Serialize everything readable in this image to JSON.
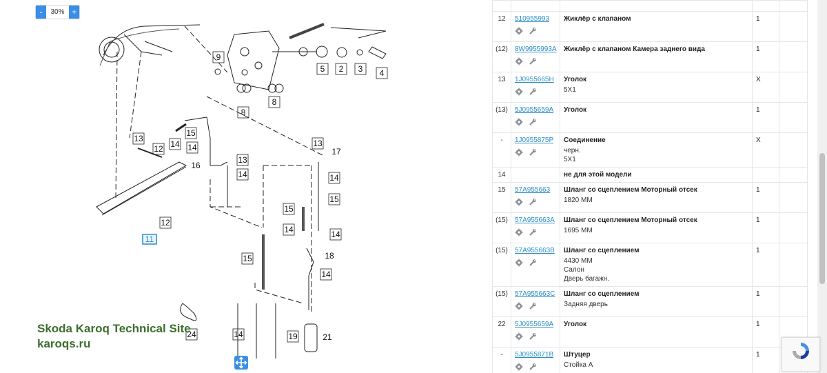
{
  "zoom": {
    "minus": "-",
    "level": "30%",
    "plus": "+"
  },
  "watermark": {
    "line1": "Skoda Karoq Technical Site",
    "line2": "karoqs.ru"
  },
  "diagram": {
    "callouts": [
      "9",
      "5",
      "2",
      "3",
      "4",
      "8",
      "8",
      "13",
      "15",
      "14",
      "12",
      "14",
      "16",
      "13",
      "14",
      "17",
      "13",
      "14",
      "15",
      "15",
      "14",
      "14",
      "18",
      "15",
      "14",
      "12",
      "11",
      "24",
      "14",
      "19",
      "21"
    ],
    "selected": "11"
  },
  "parts": [
    {
      "pos": "",
      "number": "",
      "desc": "",
      "notes": [],
      "qty": "",
      "icons": false
    },
    {
      "pos": "12",
      "number": "510955993",
      "desc": "Жиклёр с клапаном",
      "notes": [],
      "qty": "1",
      "icons": true
    },
    {
      "pos": "(12)",
      "number": "8W9955993A",
      "desc": "Жиклёр с клапаном Камера заднего вида",
      "notes": [],
      "qty": "1",
      "icons": true
    },
    {
      "pos": "13",
      "number": "1J0955665H",
      "desc": "Уголок",
      "notes": [
        "5X1"
      ],
      "qty": "X",
      "icons": true
    },
    {
      "pos": "(13)",
      "number": "5J0955659A",
      "desc": "Уголок",
      "notes": [],
      "qty": "1",
      "icons": true
    },
    {
      "pos": "-",
      "number": "1J0955875P",
      "desc": "Соединение",
      "notes": [
        "черн.",
        "5X1"
      ],
      "qty": "X",
      "icons": true
    },
    {
      "pos": "14",
      "number": "",
      "desc": "не для этой модели",
      "notes": [],
      "qty": "",
      "icons": false
    },
    {
      "pos": "15",
      "number": "57A955663",
      "desc": "Шланг со сцеплением Моторный отсек",
      "notes": [
        "1820 MM"
      ],
      "qty": "1",
      "icons": true
    },
    {
      "pos": "(15)",
      "number": "57A955663A",
      "desc": "Шланг со сцеплением Моторный отсек",
      "notes": [
        "1695 MM"
      ],
      "qty": "1",
      "icons": true
    },
    {
      "pos": "(15)",
      "number": "57A955663B",
      "desc": "Шланг со сцеплением",
      "notes": [
        "4430 MM",
        "Салон",
        "Дверь багажн."
      ],
      "qty": "1",
      "icons": true
    },
    {
      "pos": "(15)",
      "number": "57A955663C",
      "desc": "Шланг со сцеплением",
      "notes": [
        "Задняя дверь"
      ],
      "qty": "1",
      "icons": true
    },
    {
      "pos": "22",
      "number": "5J0955659A",
      "desc": "Уголок",
      "notes": [],
      "qty": "1",
      "icons": true
    },
    {
      "pos": "-",
      "number": "5J0955871B",
      "desc": "Штуцер",
      "notes": [
        "Стойка А"
      ],
      "qty": "1",
      "icons": true
    }
  ],
  "colors": {
    "accent": "#3a8ee6",
    "link": "#2a8dc8",
    "watermark": "#3c6e2e"
  },
  "icon_names": [
    "gear-icon",
    "wrench-icon",
    "fit-screen-icon",
    "recaptcha-icon"
  ]
}
